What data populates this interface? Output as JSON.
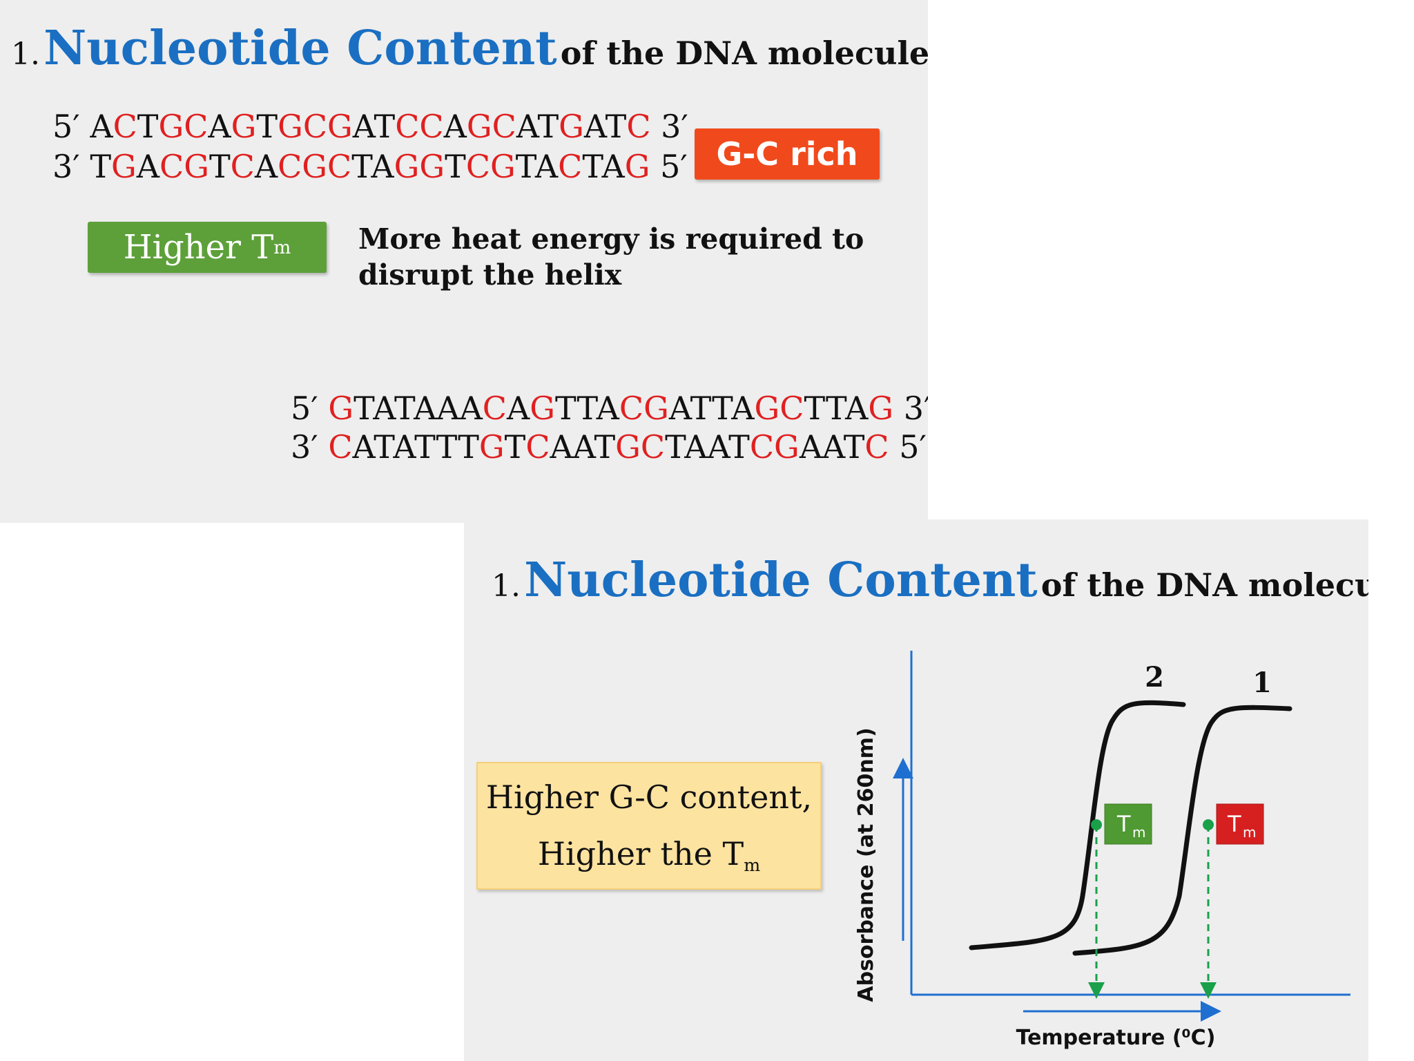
{
  "slide1": {
    "title": {
      "number": "1.",
      "highlight": "Nucleotide Content",
      "rest": "of the DNA molecule"
    },
    "seq_gc": {
      "top": {
        "prime_left": "5′",
        "prime_right": "3′",
        "segments": [
          {
            "t": "A",
            "r": false
          },
          {
            "t": "C",
            "r": true
          },
          {
            "t": "T",
            "r": false
          },
          {
            "t": "GC",
            "r": true
          },
          {
            "t": "A",
            "r": false
          },
          {
            "t": "G",
            "r": true
          },
          {
            "t": "T",
            "r": false
          },
          {
            "t": "GCG",
            "r": true
          },
          {
            "t": "AT",
            "r": false
          },
          {
            "t": "CC",
            "r": true
          },
          {
            "t": "A",
            "r": false
          },
          {
            "t": "GC",
            "r": true
          },
          {
            "t": "AT",
            "r": false
          },
          {
            "t": "G",
            "r": true
          },
          {
            "t": "AT",
            "r": false
          },
          {
            "t": "C",
            "r": true
          }
        ]
      },
      "bottom": {
        "prime_left": "3′",
        "prime_right": "5′",
        "segments": [
          {
            "t": "T",
            "r": false
          },
          {
            "t": "G",
            "r": true
          },
          {
            "t": "A",
            "r": false
          },
          {
            "t": "CG",
            "r": true
          },
          {
            "t": "T",
            "r": false
          },
          {
            "t": "C",
            "r": true
          },
          {
            "t": "A",
            "r": false
          },
          {
            "t": "CGC",
            "r": true
          },
          {
            "t": "TA",
            "r": false
          },
          {
            "t": "GG",
            "r": true
          },
          {
            "t": "T",
            "r": false
          },
          {
            "t": "CG",
            "r": true
          },
          {
            "t": "TA",
            "r": false
          },
          {
            "t": "C",
            "r": true
          },
          {
            "t": "TA",
            "r": false
          },
          {
            "t": "G",
            "r": true
          }
        ]
      }
    },
    "gc_badge": "G-C rich",
    "higher_tm": {
      "text": "Higher T",
      "sub": "m"
    },
    "explanation": "More heat energy is required to disrupt the helix",
    "seq_at": {
      "top": {
        "prime_left": "5′",
        "prime_right": "3′",
        "segments": [
          {
            "t": "G",
            "r": true
          },
          {
            "t": "TATAAA",
            "r": false
          },
          {
            "t": "C",
            "r": true
          },
          {
            "t": "A",
            "r": false
          },
          {
            "t": "G",
            "r": true
          },
          {
            "t": "TTA",
            "r": false
          },
          {
            "t": "CG",
            "r": true
          },
          {
            "t": "ATTA",
            "r": false
          },
          {
            "t": "GC",
            "r": true
          },
          {
            "t": "TTA",
            "r": false
          },
          {
            "t": "G",
            "r": true
          }
        ]
      },
      "bottom": {
        "prime_left": "3′",
        "prime_right": "5′",
        "segments": [
          {
            "t": "C",
            "r": true
          },
          {
            "t": "ATATTT",
            "r": false
          },
          {
            "t": "G",
            "r": true
          },
          {
            "t": "T",
            "r": false
          },
          {
            "t": "C",
            "r": true
          },
          {
            "t": "AAT",
            "r": false
          },
          {
            "t": "GC",
            "r": true
          },
          {
            "t": "TAAT",
            "r": false
          },
          {
            "t": "CG",
            "r": true
          },
          {
            "t": "AAT",
            "r": false
          },
          {
            "t": "C",
            "r": true
          }
        ]
      }
    }
  },
  "slide2": {
    "title": {
      "number": "1.",
      "highlight": "Nucleotide Content",
      "rest": "of the DNA molecule"
    },
    "note": {
      "line1": "Higher G-C content,",
      "line2": "Higher the T",
      "line2_sub": "m"
    },
    "chart": {
      "y_label": "Absorbance (at 260nm)",
      "x_label": "Temperature (⁰C)",
      "curve_labels": [
        "2",
        "1"
      ],
      "tm_label": "T",
      "tm_sub": "m",
      "tm_colors": {
        "curve2": "#4f9a32",
        "curve1": "#d62020"
      },
      "axis_color": "#1f6fd0",
      "marker_color": "#1aa04a"
    }
  },
  "colors": {
    "title_blue": "#1a6fc2",
    "base_red": "#e02020",
    "badge_red": "#f04a1c",
    "badge_green": "#5da03a"
  }
}
